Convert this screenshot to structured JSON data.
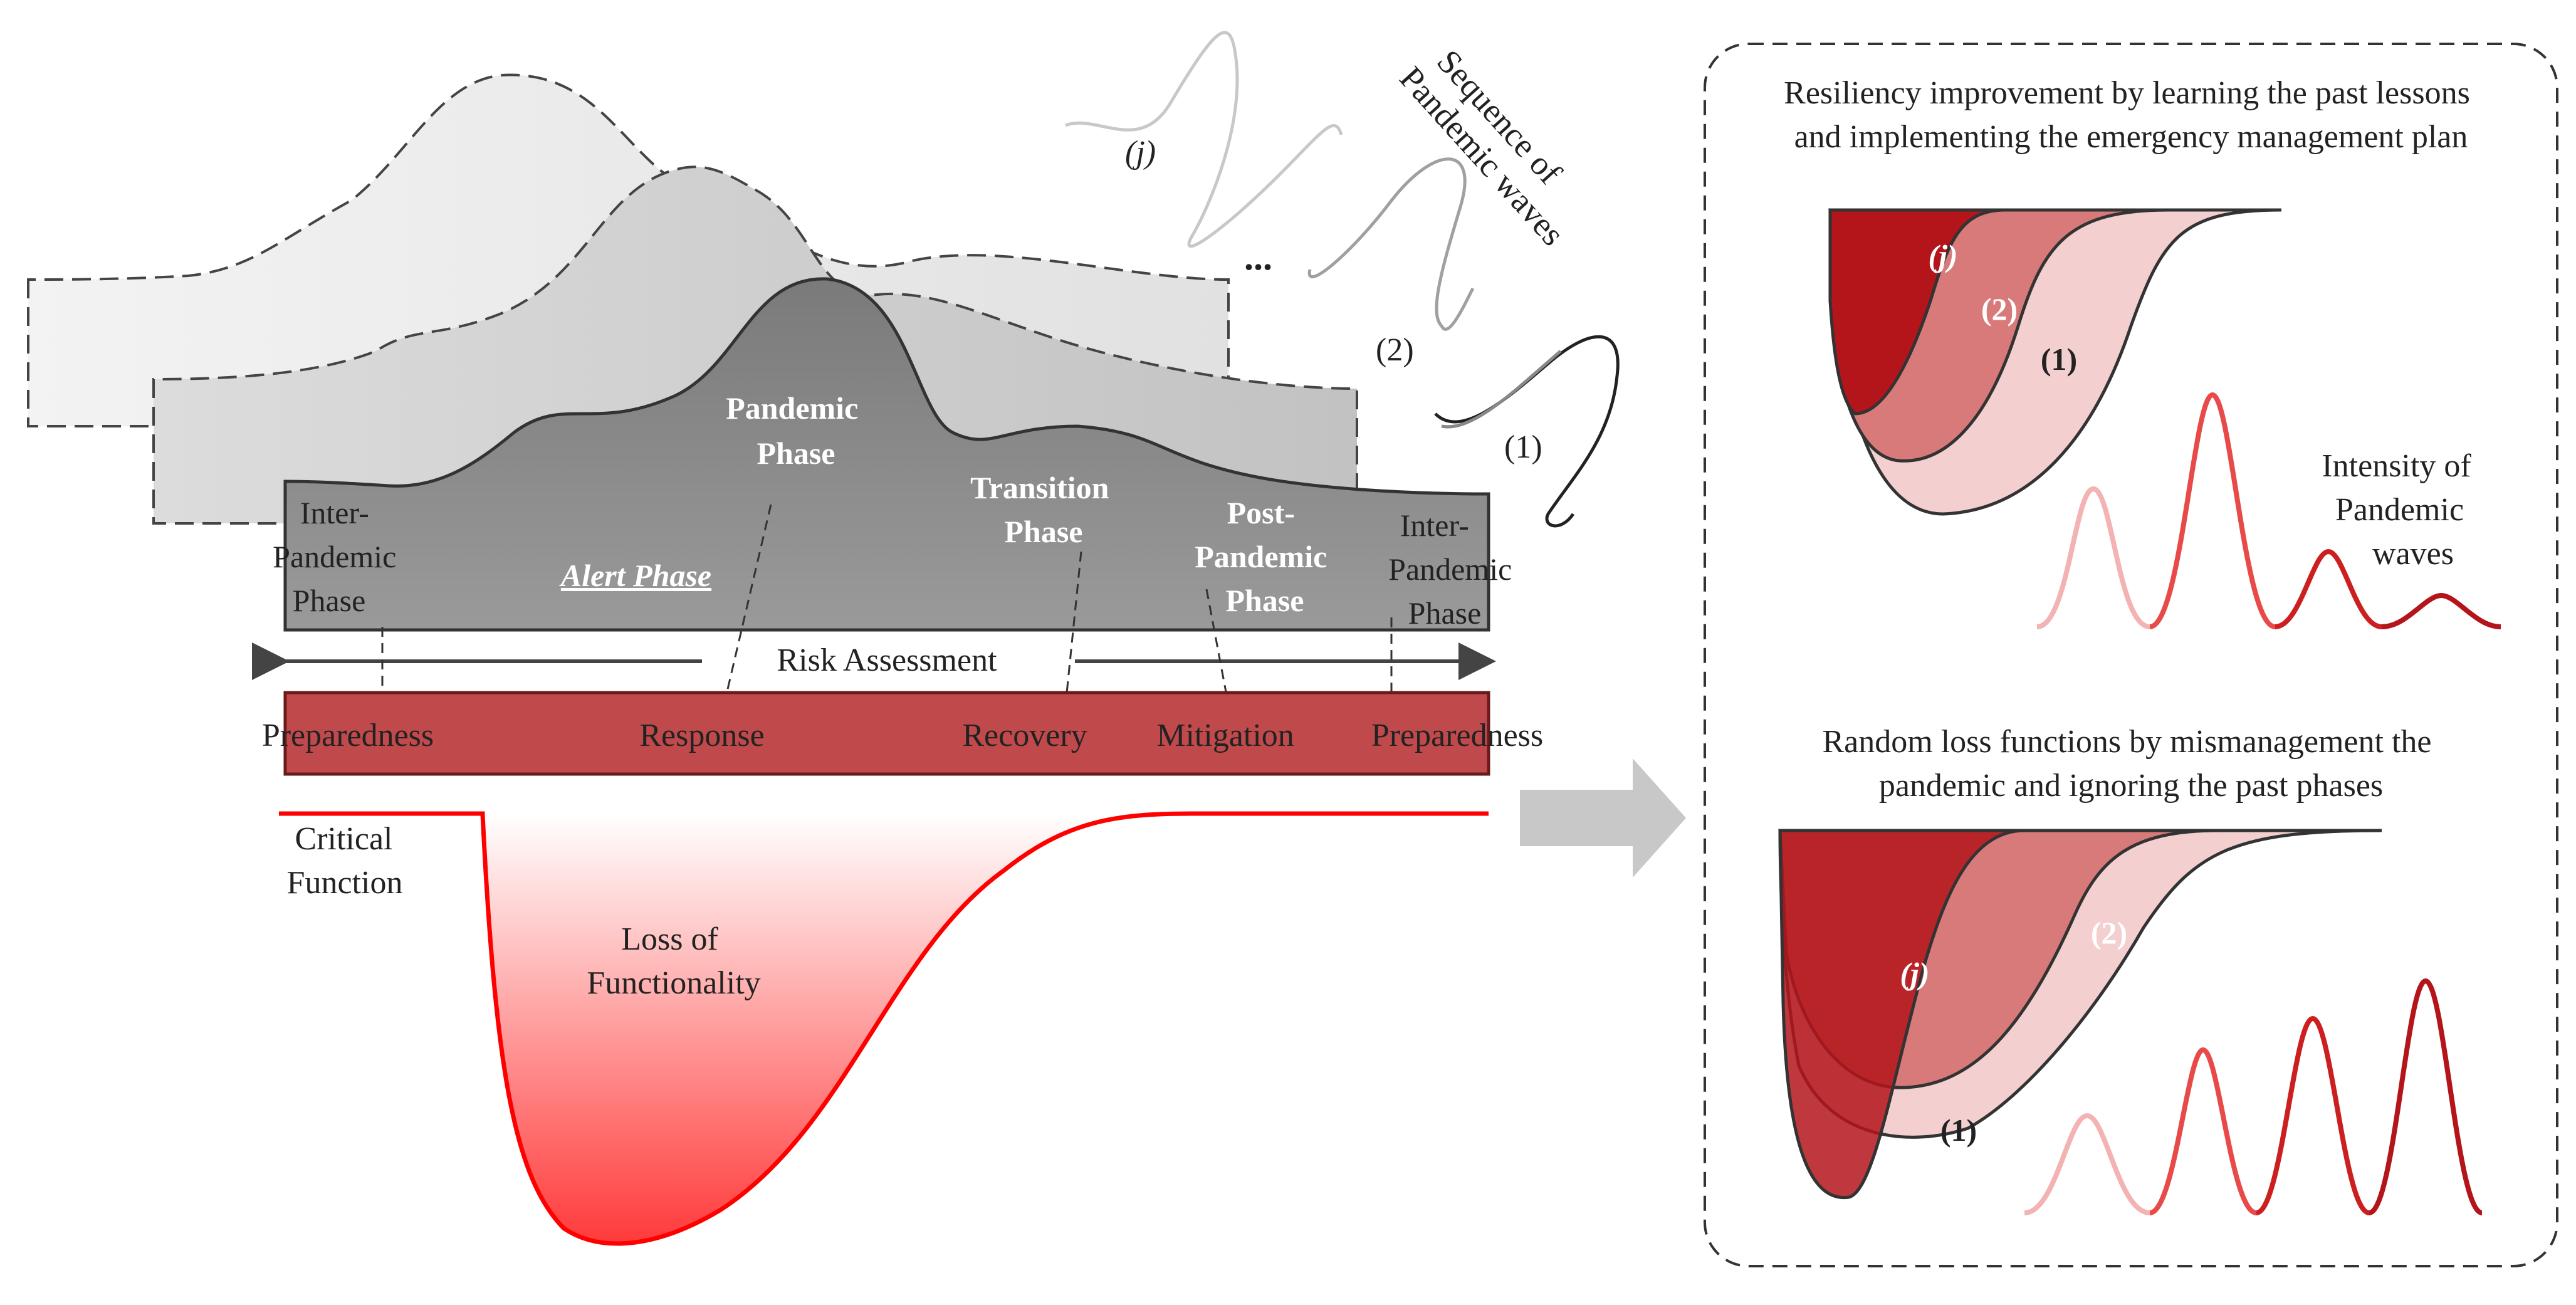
{
  "waves_sequence": {
    "title_line1": "Sequence of",
    "title_line2": "Pandemic waves",
    "labels": [
      "(j)",
      "(2)",
      "(1)"
    ],
    "ellipsis": "..."
  },
  "phases": {
    "inter_pandemic_left": [
      "Inter-",
      "Pandemic",
      "Phase"
    ],
    "alert": "Alert Phase",
    "pandemic": [
      "Pandemic",
      "Phase"
    ],
    "transition": [
      "Transition",
      "Phase"
    ],
    "post_pandemic": [
      "Post-",
      "Pandemic",
      "Phase"
    ],
    "inter_pandemic_right": [
      "Inter-",
      "Pandemic",
      "Phase"
    ]
  },
  "risk_assessment": "Risk Assessment",
  "management_stages": [
    "Preparedness",
    "Response",
    "Recovery",
    "Mitigation",
    "Preparedness"
  ],
  "critical_function": [
    "Critical",
    "Function"
  ],
  "loss_of_functionality": [
    "Loss of",
    "Functionality"
  ],
  "panel": {
    "top_title": [
      "Resiliency improvement by learning the past lessons",
      "and implementing the emergency management plan"
    ],
    "top_curve_labels": [
      "(j)",
      "(2)",
      "(1)"
    ],
    "intensity_label": [
      "Intensity of",
      "Pandemic",
      "waves"
    ],
    "bottom_title": [
      "Random loss functions by mismanagement the",
      "pandemic and ignoring the past phases"
    ],
    "bottom_curve_labels": [
      "(j)",
      "(2)",
      "(1)"
    ]
  },
  "colors": {
    "bar_red": "#c0494c",
    "loss_red": "#ff0000",
    "dark_red": "#b3151b",
    "mid_red": "#d97a7a",
    "light_pink": "#f3cfd0",
    "arrow_gray": "#c8c8c8"
  }
}
